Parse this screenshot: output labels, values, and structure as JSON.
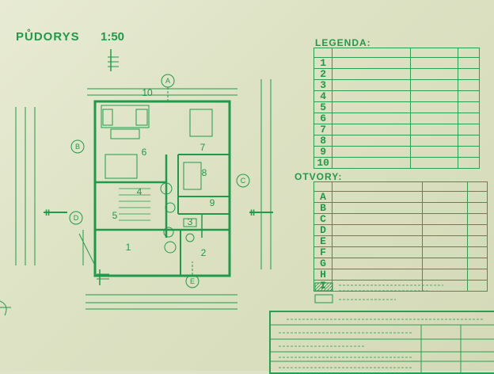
{
  "header": {
    "title": "PŮDORYS",
    "scale": "1:50"
  },
  "legend": {
    "title": "LEGENDA:",
    "rows": [
      "1",
      "2",
      "3",
      "4",
      "5",
      "6",
      "7",
      "8",
      "9",
      "10"
    ]
  },
  "openings": {
    "title": "OTVORY:",
    "rows": [
      "A",
      "B",
      "C",
      "D",
      "E",
      "F",
      "G",
      "H",
      "I"
    ]
  },
  "plan": {
    "axes": [
      "A",
      "B",
      "C",
      "D",
      "E"
    ],
    "rooms": [
      "1",
      "2",
      "3",
      "4",
      "5",
      "6",
      "7",
      "8",
      "9",
      "10"
    ],
    "section_marks": [
      "II",
      "II"
    ],
    "north_mark": "III"
  },
  "colors": {
    "ink": "#1f9a4a",
    "paper": "#dfe3c8"
  }
}
